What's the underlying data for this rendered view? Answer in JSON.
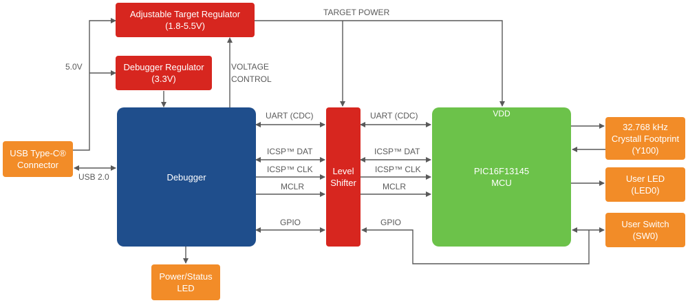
{
  "blocks": {
    "adj_reg": [
      "Adjustable Target Regulator",
      "(1.8-5.5V)"
    ],
    "dbg_reg": [
      "Debugger Regulator",
      "(3.3V)"
    ],
    "usb": [
      "USB Type-C®",
      "Connector"
    ],
    "debugger": [
      "Debugger"
    ],
    "level": [
      "Level",
      "Shifter"
    ],
    "mcu": [
      "PIC16F13145",
      "MCU"
    ],
    "mcu_vdd": "VDD",
    "power_led": [
      "Power/Status",
      "LED"
    ],
    "crystal": [
      "32.768 kHz",
      "Crystall Footprint",
      "(Y100)"
    ],
    "user_led": [
      "User LED",
      "(LED0)"
    ],
    "user_switch": [
      "User Switch",
      "(SW0)"
    ]
  },
  "labels": {
    "v50": "5.0V",
    "usb2": "USB 2.0",
    "voltage_control": [
      "VOLTAGE",
      "CONTROL"
    ],
    "target_power": "TARGET POWER",
    "uart_left": "UART (CDC)",
    "uart_right": "UART (CDC)",
    "icsp_dat_left": "ICSP™ DAT",
    "icsp_dat_right": "ICSP™ DAT",
    "icsp_clk_left": "ICSP™ CLK",
    "icsp_clk_right": "ICSP™ CLK",
    "mclr_left": "MCLR",
    "mclr_right": "MCLR",
    "gpio_left": "GPIO",
    "gpio_right": "GPIO"
  },
  "colors": {
    "regulator": "#d7261f",
    "peripheral": "#f28c28",
    "debugger": "#1f4e8c",
    "mcu": "#6cc24a",
    "line": "#595959"
  }
}
